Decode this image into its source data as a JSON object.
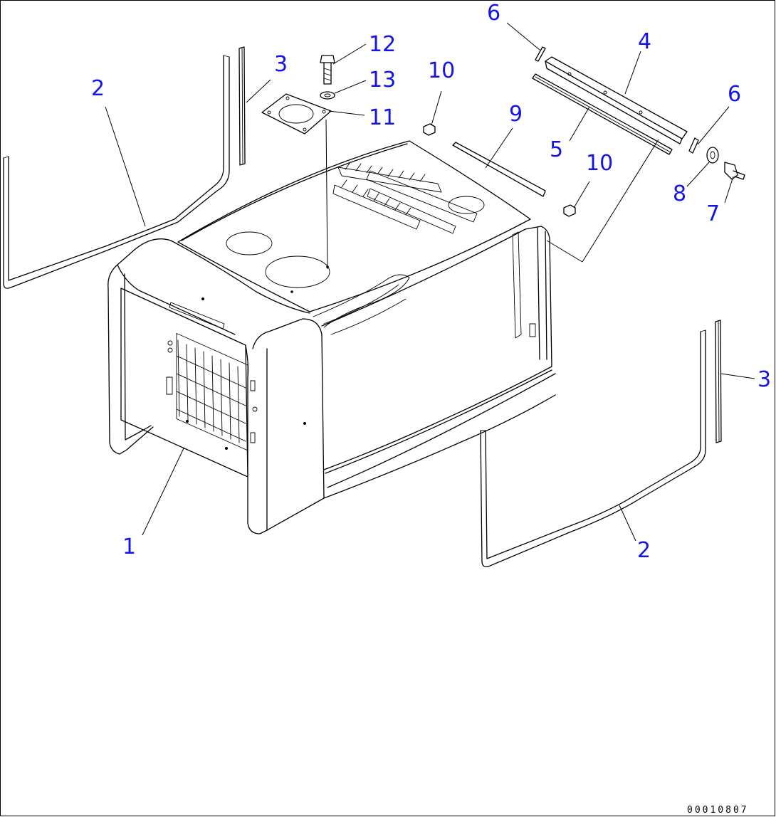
{
  "diagram": {
    "document_id": "00010807",
    "callouts": [
      {
        "id": "c1",
        "label": "1"
      },
      {
        "id": "c2a",
        "label": "2"
      },
      {
        "id": "c2b",
        "label": "2"
      },
      {
        "id": "c3a",
        "label": "3"
      },
      {
        "id": "c3b",
        "label": "3"
      },
      {
        "id": "c4",
        "label": "4"
      },
      {
        "id": "c5",
        "label": "5"
      },
      {
        "id": "c6a",
        "label": "6"
      },
      {
        "id": "c6b",
        "label": "6"
      },
      {
        "id": "c7",
        "label": "7"
      },
      {
        "id": "c8",
        "label": "8"
      },
      {
        "id": "c9",
        "label": "9"
      },
      {
        "id": "c10a",
        "label": "10"
      },
      {
        "id": "c10b",
        "label": "10"
      },
      {
        "id": "c11",
        "label": "11"
      },
      {
        "id": "c12",
        "label": "12"
      },
      {
        "id": "c13",
        "label": "13"
      }
    ],
    "colors": {
      "callout": "#1414e6",
      "line": "#000000",
      "background": "#ffffff"
    }
  }
}
